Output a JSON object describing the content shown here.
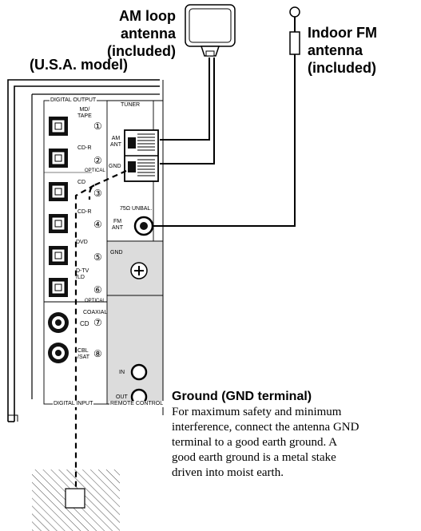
{
  "callouts": {
    "am_antenna": [
      "AM loop antenna",
      "(included)"
    ],
    "fm_antenna": [
      "Indoor FM",
      "antenna",
      "(included)"
    ],
    "model": "(U.S.A. model)"
  },
  "panel": {
    "digital_output": "DIGITAL OUTPUT",
    "digital_input": "DIGITAL INPUT",
    "remote_control": "REMOTE CONTROL",
    "tuner": "TUNER",
    "outputs": [
      {
        "label": "MD/\nTAPE",
        "num": "①"
      },
      {
        "label": "CD-R",
        "num": "②"
      }
    ],
    "optical_out": "OPTICAL",
    "inputs": [
      {
        "label": "CD",
        "num": "③"
      },
      {
        "label": "CD-R",
        "num": "④"
      },
      {
        "label": "DVD",
        "num": "⑤"
      },
      {
        "label": "D-TV\n/LD",
        "num": "⑥"
      }
    ],
    "optical_in": "OPTICAL",
    "coaxial": "COAXIAL",
    "coax_inputs": [
      {
        "label": "CD",
        "num": "⑦"
      },
      {
        "label": "CBL\n/SAT",
        "num": "⑧"
      }
    ],
    "am_ant": "AM\nANT",
    "gnd": "GND",
    "fm_unbal": "75Ω UNBAL.",
    "fm_ant": "FM\nANT",
    "gnd_screw": "GND",
    "remote_in": "IN",
    "remote_out": "OUT"
  },
  "ground_note": {
    "title": "Ground (GND terminal)",
    "body": [
      "For maximum safety and minimum",
      "interference, connect the antenna GND",
      "terminal to a good earth ground. A",
      "good earth ground is a metal stake",
      "driven into moist earth."
    ]
  }
}
